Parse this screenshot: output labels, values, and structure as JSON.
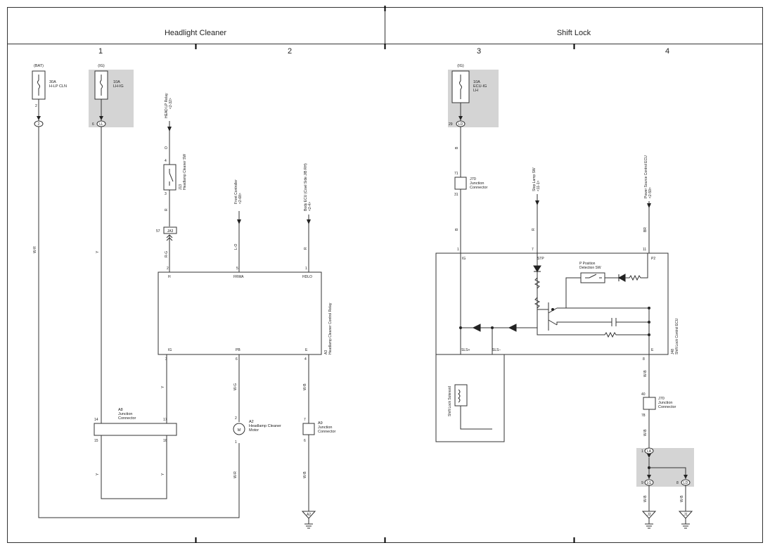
{
  "header": {
    "section_left": "Headlight Cleaner",
    "section_right": "Shift Lock",
    "columns": [
      "1",
      "2",
      "3",
      "4"
    ]
  },
  "fuses": {
    "bat_label": "(BAT)",
    "bat_fuse": [
      "30A",
      "H-LP CLN"
    ],
    "ig1_label": "(IG)",
    "ig1_fuse": [
      "10A",
      "LH-IG"
    ],
    "ig3_label": "(IG)",
    "ig3_fuse": [
      "10A",
      "ECU-IG",
      "LH"
    ]
  },
  "connectors": {
    "bat_pin": "2",
    "bat_conn": "2",
    "ig1_pin": "6",
    "ig1_conn": "LL",
    "ig3_pin": "29",
    "ig3_conn": "LD",
    "ja3": "JA3",
    "ja3_pin": "57",
    "la_pin": "1",
    "la_conn": "LA",
    "lg_pin": "9",
    "lg_conn": "LG",
    "ld_pin": "8",
    "ld_conn": "LD"
  },
  "wires": {
    "w_r": "W-R",
    "y": "Y",
    "o": "O",
    "r": "R",
    "r_g": "R-G",
    "l_o": "L-O",
    "w_g": "W-G",
    "w_b": "W-B",
    "b": "B",
    "br": "BR"
  },
  "refs": {
    "headlp_relay": [
      "HEAD LP Relay",
      "<2-32>"
    ],
    "front_controller": [
      "Front Controller",
      "<2-68>"
    ],
    "body_ecu": [
      "Body ECU (Cowl Side J/B RH)",
      "<2-4>"
    ],
    "stop_lamp_sw": [
      "Stop Lamp SW",
      "<11-1>"
    ],
    "power_source_ecu": [
      "Power Source Control ECU",
      "<2-59>"
    ]
  },
  "components": {
    "j13": [
      "J13",
      "Headlamp Cleaner SW"
    ],
    "a3": [
      "A3",
      "Headlamp Cleaner Control Relay"
    ],
    "a8": [
      "A8",
      "Junction",
      "Connector"
    ],
    "a2": [
      "A2",
      "Headlamp Cleaner",
      "Motor"
    ],
    "a9": [
      "A9",
      "Junction",
      "Connector"
    ],
    "j70a": [
      "J70",
      "Junction",
      "Connector"
    ],
    "j70b": [
      "J70",
      "Junction",
      "Connector"
    ],
    "j48": [
      "J48",
      "Shift Lock Control ECU"
    ],
    "p_position": [
      "P Position",
      "Detection SW"
    ],
    "shift_lock_solenoid": "Shift Lock Solenoid",
    "motor_symbol": "M"
  },
  "pins": {
    "j13_top": "4",
    "j13_bot": "3",
    "a3_h": "2",
    "a3_frwa": "5",
    "a3_hdlo": "1",
    "a3_ig": "3",
    "a3_pb": "6",
    "a3_e": "4",
    "a8_14": "14",
    "a8_17": "17",
    "a8_15": "15",
    "a8_16": "16",
    "a2_top": "2",
    "a2_bot": "1",
    "a9_top": "7",
    "a9_bot": "6",
    "j70a_top": "71",
    "j70a_bot": "31",
    "j48_ig": "1",
    "j48_stp": "7",
    "j48_p2": "11",
    "j48_e": "8",
    "j70b_top": "40",
    "j70b_bot": "78"
  },
  "terminals": {
    "a3_h": "H",
    "a3_frwa": "FRWA",
    "a3_hdlo": "HDLO",
    "a3_ig": "IG",
    "a3_pb": "PB",
    "a3_e": "E",
    "j48_ig": "IG",
    "j48_stp": "STP",
    "j48_p2": "P2",
    "j48_slsp": "SLS+",
    "j48_slsm": "SLS−",
    "j48_e": "E"
  },
  "grounds": {
    "a2": "A2",
    "j2": "J2",
    "j1": "J1"
  }
}
